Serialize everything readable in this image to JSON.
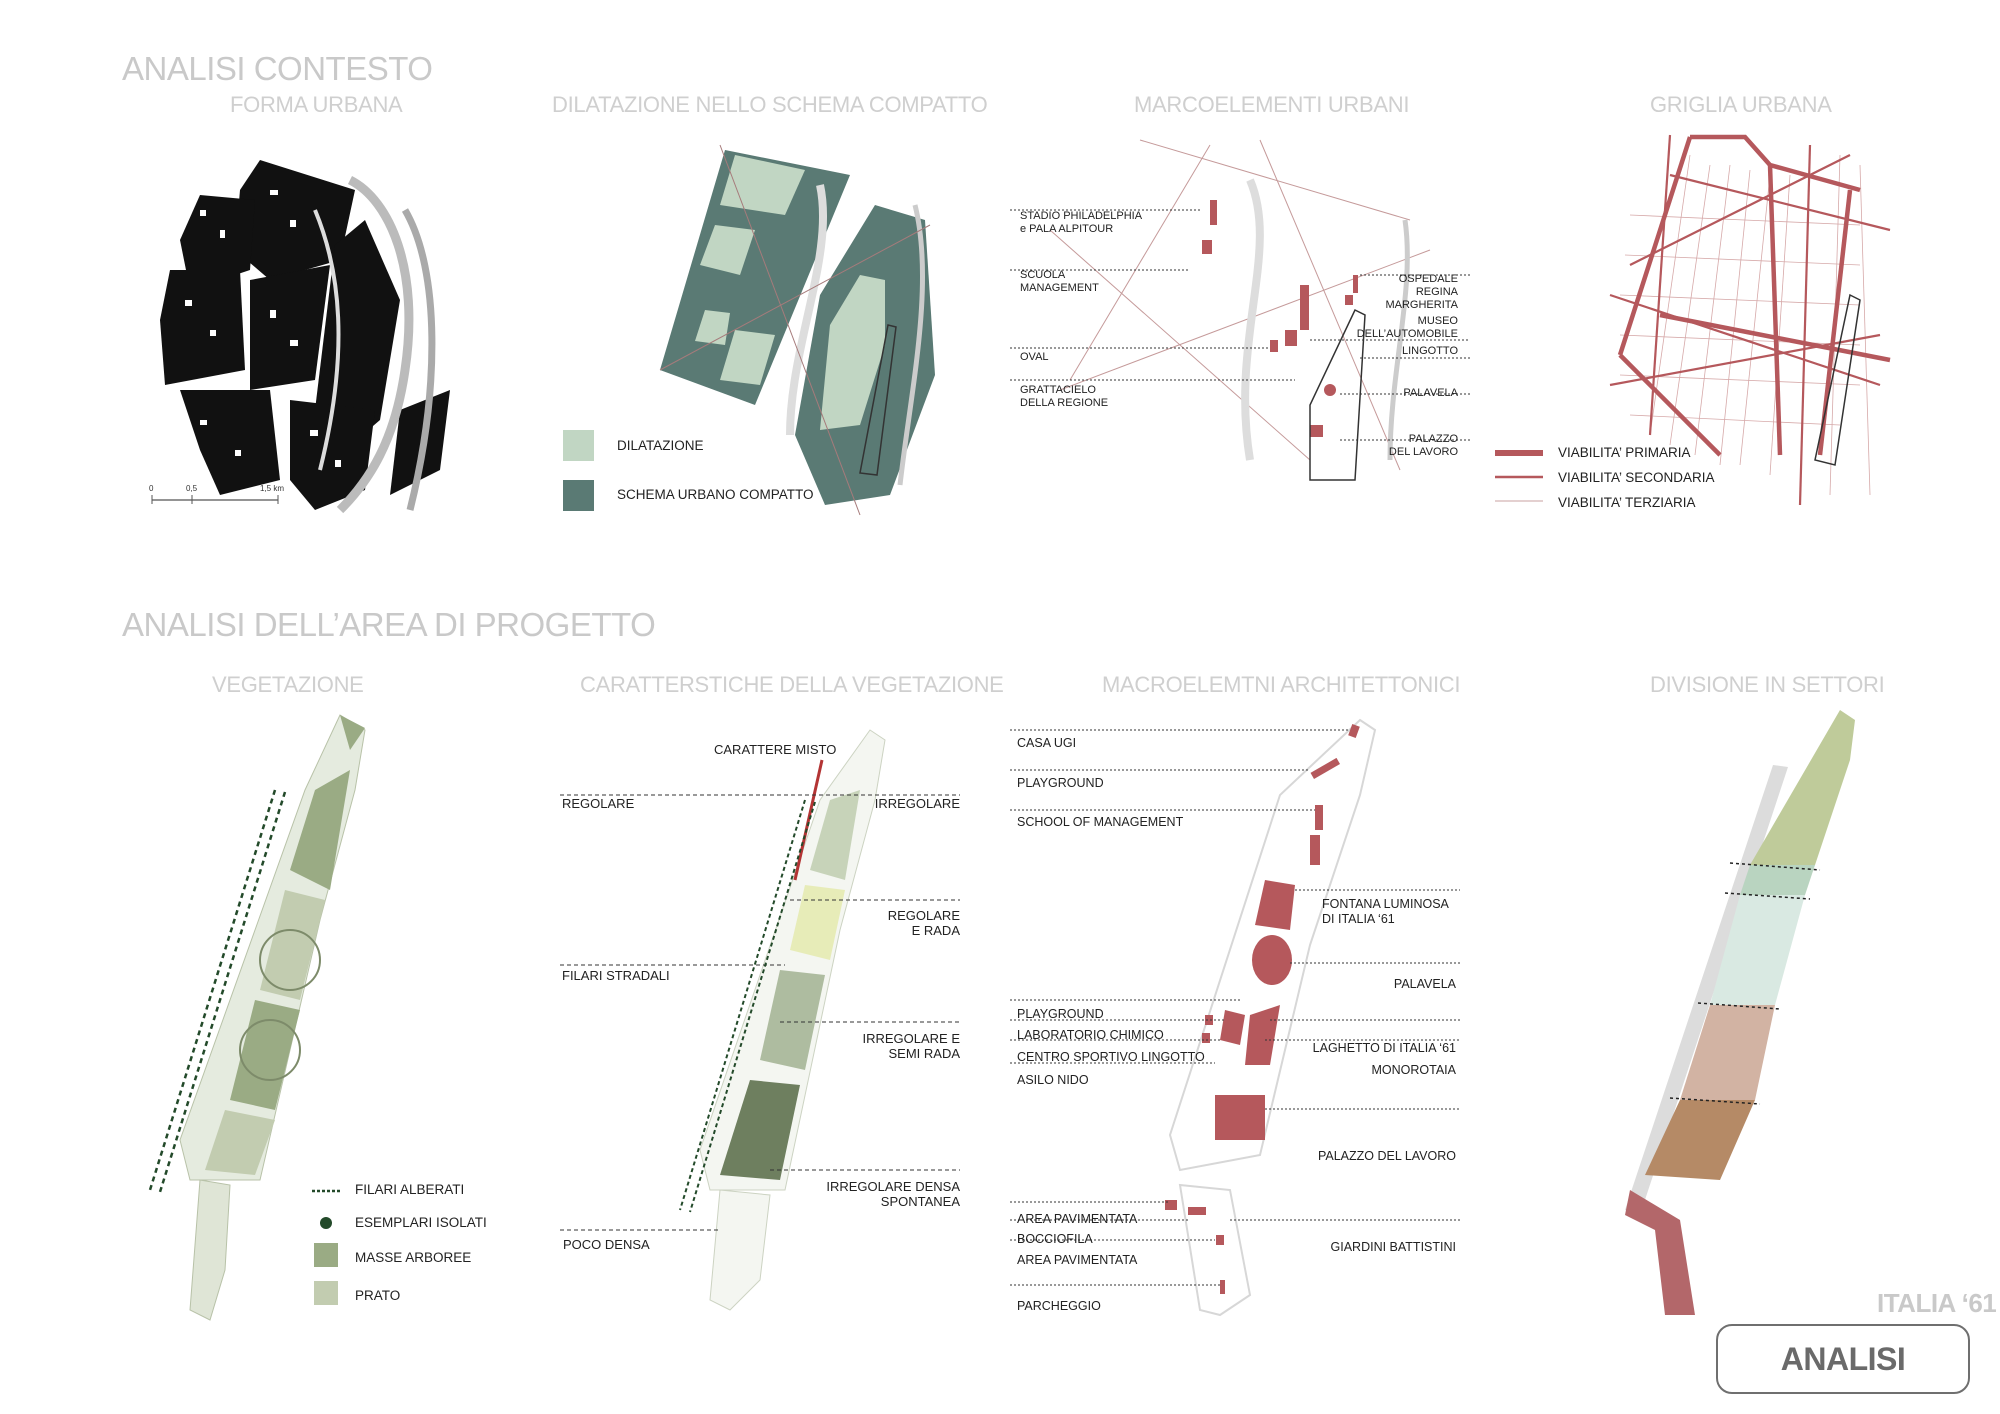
{
  "sections": {
    "context": "ANALISI  CONTESTO",
    "project": "ANALISI DELL’AREA DI PROGETTO"
  },
  "panels": {
    "forma": {
      "title": "FORMA URBANA",
      "scale": [
        "0",
        "0,5",
        "1,5 km"
      ]
    },
    "dilatazione": {
      "title": "DILATAZIONE NELLO SCHEMA COMPATTO",
      "legend": [
        "DILATAZIONE",
        "SCHEMA URBANO COMPATTO"
      ]
    },
    "macro": {
      "title": "MARCOELEMENTI URBANI",
      "left_labels": [
        "STADIO PHILADELPHIA",
        "e PALA ALPITOUR",
        "SCUOLA",
        "MANAGEMENT",
        "OVAL",
        "GRATTACIELO",
        "DELLA REGIONE"
      ],
      "right_labels": [
        "OSPEDALE",
        "REGINA",
        "MARGHERITA",
        "MUSEO",
        "DELL’AUTOMOBILE",
        "LINGOTTO",
        "PALAVELA",
        "PALAZZO",
        "DEL LAVORO"
      ]
    },
    "griglia": {
      "title": "GRIGLIA URBANA",
      "legend": [
        "VIABILITA’  PRIMARIA",
        "VIABILITA’  SECONDARIA",
        "VIABILITA’  TERZIARIA"
      ]
    },
    "vegetazione": {
      "title": "VEGETAZIONE",
      "legend": [
        "FILARI ALBERATI",
        "ESEMPLARI ISOLATI",
        "MASSE ARBOREE",
        "PRATO"
      ]
    },
    "caratteristiche": {
      "title": "CARATTERSTICHE DELLA VEGETAZIONE",
      "labels": [
        "CARATTERE MISTO",
        "REGOLARE",
        "IRREGOLARE",
        "REGOLARE",
        "E RADA",
        "FILARI STRADALI",
        "IRREGOLARE E",
        "SEMI RADA",
        "IRREGOLARE DENSA",
        "SPONTANEA",
        "POCO DENSA"
      ]
    },
    "architettonici": {
      "title": "MACROELEMTNI ARCHITETTONICI",
      "left_labels": [
        "CASA UGI",
        "PLAYGROUND",
        "SCHOOL OF MANAGEMENT",
        "PLAYGROUND",
        "LABORATORIO CHIMICO",
        "CENTRO SPORTIVO LINGOTTO",
        "ASILO NIDO",
        "AREA PAVIMENTATA",
        "BOCCIOFILA",
        "AREA PAVIMENTATA",
        "PARCHEGGIO"
      ],
      "right_labels": [
        "FONTANA LUMINOSA",
        "DI ITALIA ‘61",
        "PALAVELA",
        "LAGHETTO DI ITALIA ‘61",
        "MONOROTAIA",
        "PALAZZO DEL LAVORO",
        "GIARDINI BATTISTINI"
      ]
    },
    "settori": {
      "title": "DIVISIONE IN SETTORI"
    }
  },
  "brand": "ITALIA ‘61",
  "button": "ANALISI",
  "colors": {
    "title_gray": "#c9c9c9",
    "red": "#b5585c",
    "dark_teal": "#5a7a74",
    "light_green": "#c1d6c3",
    "veg_green": "#9aab84",
    "dark_green": "#234a2a"
  }
}
